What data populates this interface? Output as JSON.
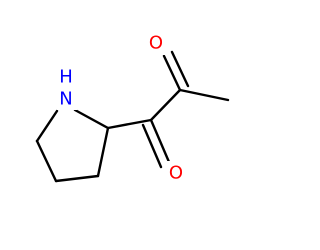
{
  "molecule": {
    "atoms": {
      "nitrogen": {
        "label": "N",
        "hydrogen": "H"
      },
      "oxygen_top": {
        "label": "O"
      },
      "oxygen_bottom": {
        "label": "O"
      }
    }
  },
  "colors": {
    "bond": "#000000",
    "nitrogen": "#0000ff",
    "oxygen": "#ff0000",
    "background": "#ffffff"
  }
}
